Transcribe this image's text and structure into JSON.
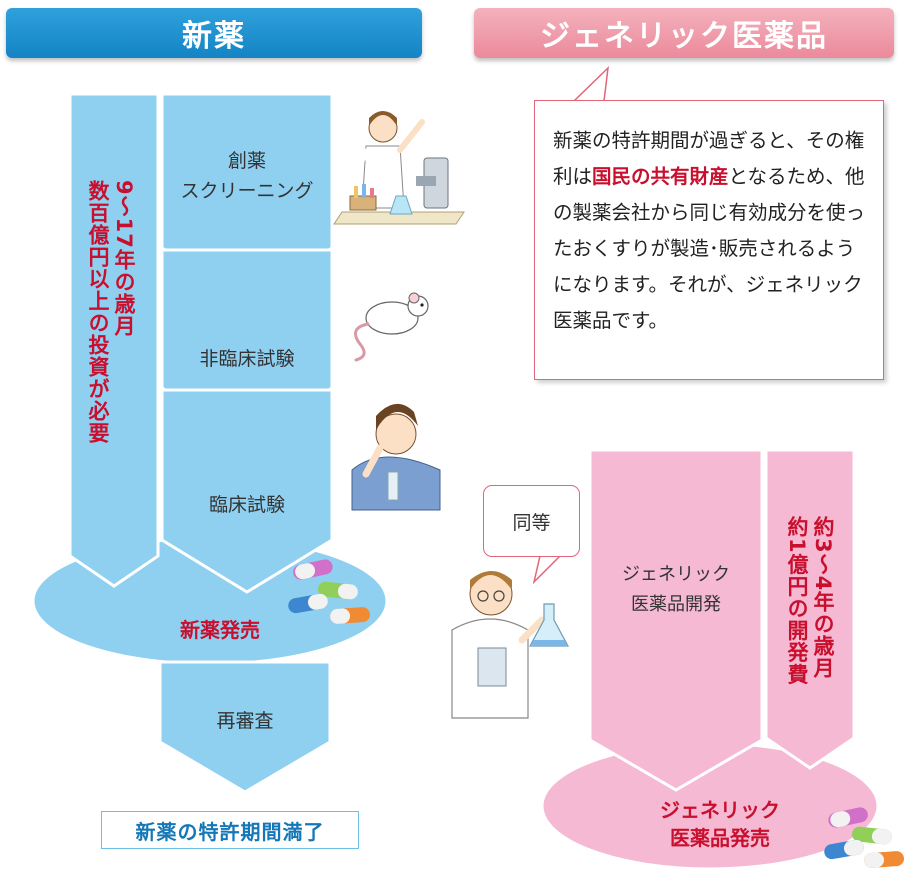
{
  "headers": {
    "new_drug": "新薬",
    "generic": "ジェネリック医薬品"
  },
  "new_drug": {
    "steps": [
      "創薬\nスクリーニング",
      "非臨床試験",
      "臨床試験",
      "再審査"
    ],
    "investment_years": "9～17年の歳月",
    "investment_cost": "数百億円以上の投資が必要",
    "launch_label": "新薬発売",
    "patent_expiry": "新薬の特許期間満了"
  },
  "generic": {
    "explanation_before": "新薬の特許期間が過ぎると、その権利は",
    "explanation_highlight": "国民の共有財産",
    "explanation_after": "となるため、他の製薬会社から同じ有効成分を使ったおくすりが製造･販売されるようになります。それが、ジェネリック医薬品です。",
    "bubble_label": "同等",
    "development_step": "ジェネリック\n医薬品開発",
    "years": "約3～4年の歳月",
    "cost": "約1億円の開発費",
    "launch_label": "ジェネリック\n医薬品発売"
  },
  "colors": {
    "new_drug_blue": "#8fd0f1",
    "header_blue": "#1f8fcf",
    "generic_pink": "#f6b9d3",
    "header_pink": "#ee97a6",
    "accent_red": "#c8102e"
  },
  "icons": [
    "scientist-microscope-illustration",
    "rat-illustration",
    "test-subject-illustration",
    "pharmacist-flask-illustration",
    "capsule-pills-icon"
  ]
}
